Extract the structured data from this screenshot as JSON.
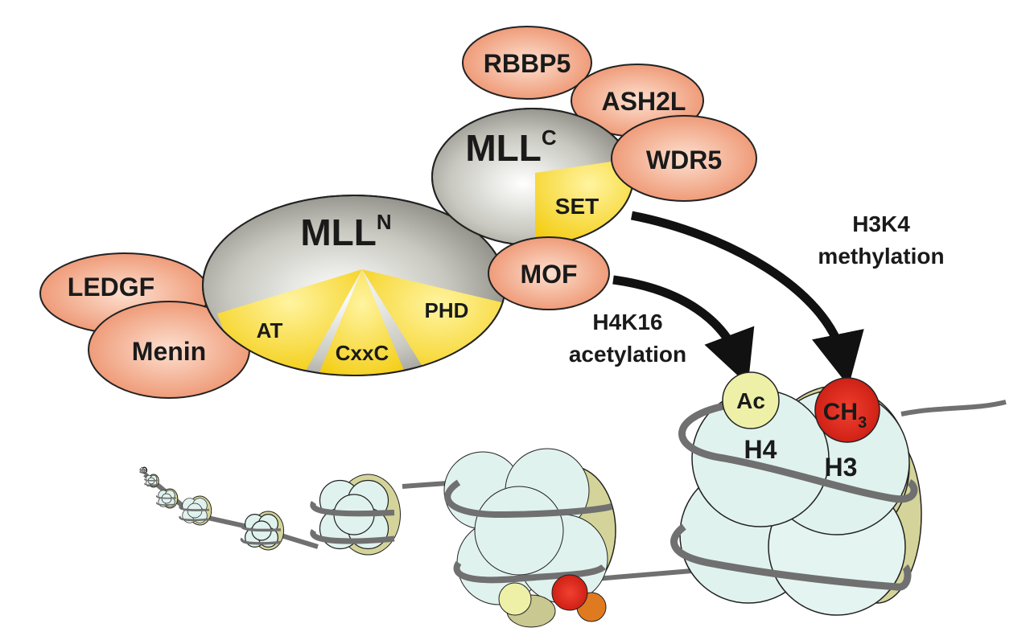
{
  "proteins": {
    "mll_n": "MLL",
    "mll_n_sup": "N",
    "mll_c": "MLL",
    "mll_c_sup": "C",
    "at": "AT",
    "cxxc": "CxxC",
    "phd": "PHD",
    "set": "SET",
    "rbbp5": "RBBP5",
    "ash2l": "ASH2L",
    "wdr5": "WDR5",
    "mof": "MOF",
    "ledgf": "LEDGF",
    "menin": "Menin"
  },
  "annotations": {
    "h3k4_line1": "H3K4",
    "h3k4_line2": "methylation",
    "h4k16_line1": "H4K16",
    "h4k16_line2": "acetylation"
  },
  "nucleosome": {
    "ac": "Ac",
    "ch3": "CH",
    "ch3_sub": "3",
    "h4": "H4",
    "h3": "H3"
  },
  "colors": {
    "partner_orange": "#f0a07e",
    "domain_yellow": "#f5d000",
    "core_gray": "#b8b8b0",
    "histone_cyan": "#e0f2ee",
    "histone_olive": "#d4d49a",
    "methyl_red": "#e0281c",
    "acetyl_yellow": "#eef0a8",
    "dna_gray": "#707070"
  }
}
